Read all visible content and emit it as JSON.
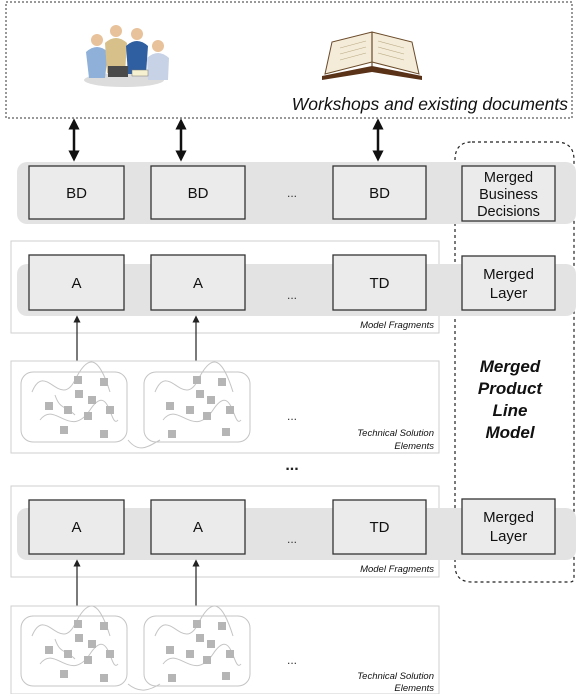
{
  "header": {
    "caption": "Workshops and existing documents",
    "people_icon": "people-meeting-icon",
    "book_icon": "open-book-icon"
  },
  "rows": {
    "business": {
      "boxes": [
        "BD",
        "BD",
        "BD"
      ],
      "ellipsis": "...",
      "merged_label": [
        "Merged",
        "Business",
        "Decisions"
      ]
    },
    "layer_1": {
      "boxes": [
        "A",
        "A",
        "TD"
      ],
      "ellipsis": "...",
      "caption": "Model Fragments",
      "merged_label": [
        "Merged",
        "Layer"
      ]
    },
    "solution_1": {
      "ellipsis": "...",
      "caption": [
        "Technical Solution",
        "Elements"
      ]
    },
    "middle_ellipsis": "...",
    "layer_2": {
      "boxes": [
        "A",
        "A",
        "TD"
      ],
      "ellipsis": "...",
      "caption": "Model Fragments",
      "merged_label": [
        "Merged",
        "Layer"
      ]
    },
    "solution_2": {
      "ellipsis": "...",
      "caption": [
        "Technical Solution",
        "Elements"
      ]
    }
  },
  "merged_model": {
    "title": [
      "Merged",
      "Product",
      "Line",
      "Model"
    ]
  },
  "colors": {
    "band": "#e3e3e3",
    "box_fill": "#ebebeb",
    "box_stroke": "#333333",
    "node": "#b5b5b5",
    "panel_stroke": "#cfcfcf"
  }
}
